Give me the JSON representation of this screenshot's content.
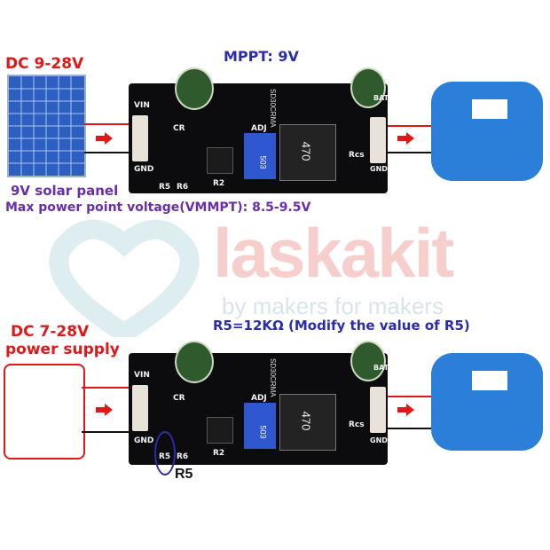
{
  "top": {
    "input_title": "DC 9-28V",
    "mode_title": "MPPT: 9V",
    "panel_caption": "9V solar panel",
    "max_point": "Max power point voltage(VMMPT): 8.5-9.5V"
  },
  "bottom": {
    "input_title_line1": "DC 7-28V",
    "input_title_line2": "power supply",
    "r5_note": "R5=12KΩ  (Modify the value of R5)",
    "r5_callout": "R5"
  },
  "board": {
    "vin": "VIN",
    "gnd": "GND",
    "cr": "CR",
    "r5": "R5",
    "r6": "R6",
    "r2": "R2",
    "adj": "ADJ",
    "rcs": "Rcs",
    "bat": "BAT",
    "chip": "SD30CRMA",
    "pot": "503",
    "inductor": "470"
  },
  "watermark": {
    "brand": "laskakit",
    "tagline": "by makers for makers"
  },
  "colors": {
    "red": "#e01818",
    "blue": "#2b2bb0",
    "board": "#0c0c0e",
    "battery": "#2b7fd8"
  }
}
